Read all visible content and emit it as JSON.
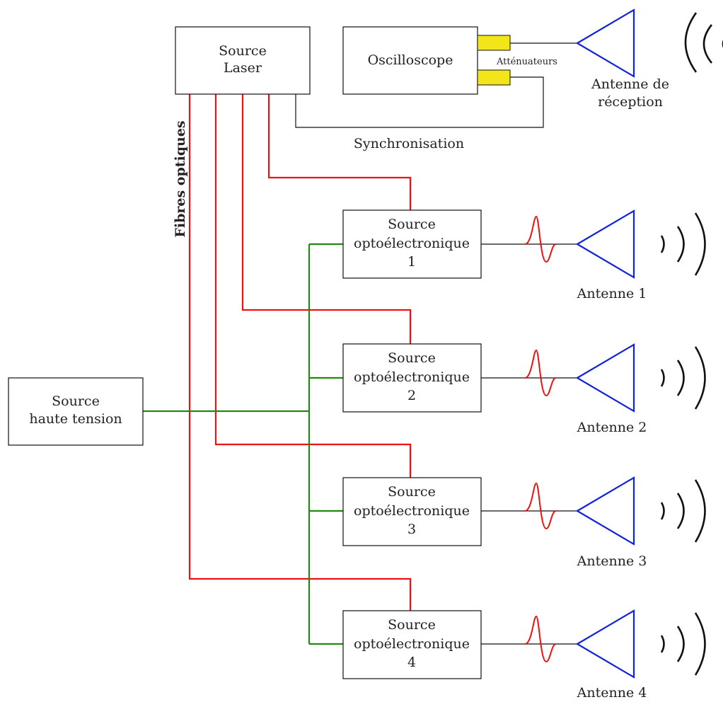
{
  "colors": {
    "fiber": "#ee1111",
    "hv": "#228811",
    "antenna": "#1122dd",
    "attenuator": "#f2e61a",
    "wire": "#111111"
  },
  "laser": {
    "line1": "Source",
    "line2": "Laser"
  },
  "oscilloscope": {
    "label": "Oscilloscope"
  },
  "attenuators": {
    "label": "Atténuateurs"
  },
  "rx_antenna": {
    "line1": "Antenne de",
    "line2": "réception"
  },
  "sync": {
    "label": "Synchronisation"
  },
  "fibers": {
    "label": "Fibres optiques"
  },
  "hv_source": {
    "line1": "Source",
    "line2": "haute tension"
  },
  "opto_sources": [
    {
      "line1": "Source",
      "line2": "optoélectronique",
      "line3": "1"
    },
    {
      "line1": "Source",
      "line2": "optoélectronique",
      "line3": "2"
    },
    {
      "line1": "Source",
      "line2": "optoélectronique",
      "line3": "3"
    },
    {
      "line1": "Source",
      "line2": "optoélectronique",
      "line3": "4"
    }
  ],
  "antennas": [
    {
      "label": "Antenne 1"
    },
    {
      "label": "Antenne 2"
    },
    {
      "label": "Antenne 3"
    },
    {
      "label": "Antenne 4"
    }
  ]
}
